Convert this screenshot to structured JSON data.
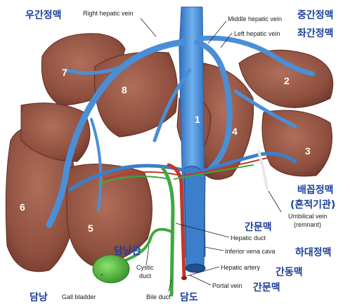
{
  "labels_en": {
    "right_hepatic_vein": "Right hepatic vein",
    "middle_hepatic_vein": "Middle hepatic vein",
    "left_hepatic_vein": "Left hepatic vein",
    "umbilical_vein": "Umbilical vein",
    "umbilical_remnant": "(remnant)",
    "hepatic_duct": "Hepatic duct",
    "inferior_vena_cava": "Inferior vena cava",
    "hepatic_artery": "Hepatic artery",
    "portal_vein": "Portal vein",
    "cystic_duct_1": "Cystic",
    "cystic_duct_2": "duct",
    "bile_duct": "Bile duct",
    "gall_bladder": "Gall bladder"
  },
  "labels_ko": {
    "right_hepatic_vein": "우간정맥",
    "middle_hepatic_vein": "중간정맥",
    "left_hepatic_vein": "좌간정맥",
    "umbilical_vein": "배꼽정맥",
    "umbilical_vein_note": "(흔적기관)",
    "hepatic_duct": "간문맥",
    "inferior_vena_cava": "하대정맥",
    "hepatic_artery": "간동맥",
    "portal_vein": "간문맥",
    "cystic_duct": "담낭관",
    "bile_duct": "담도",
    "gall_bladder": "담낭"
  },
  "segments": [
    "1",
    "2",
    "3",
    "4",
    "5",
    "6",
    "7",
    "8"
  ],
  "colors": {
    "liver": "#9a5a48",
    "liver_dark": "#7a4132",
    "vein": "#4a8fd6",
    "artery": "#c0392b",
    "bile": "#3fa83f",
    "gallbladder": "#5fc94b",
    "korean_text": "#1d3f9b"
  }
}
